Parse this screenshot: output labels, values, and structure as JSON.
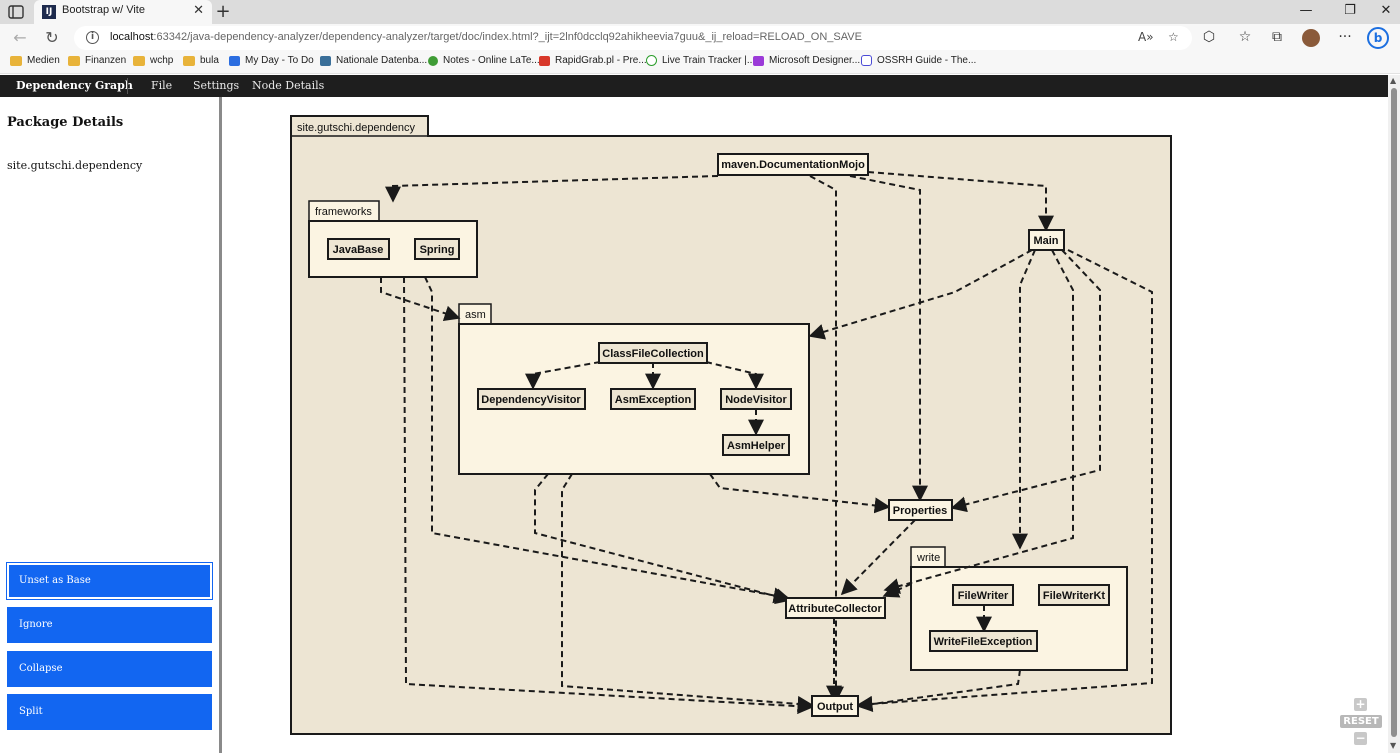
{
  "browser": {
    "tab_title": "Bootstrap w/ Vite",
    "tab_favicon": "IJ",
    "url_host": "localhost",
    "url_rest": ":63342/java-dependency-analyzer/dependency-analyzer/target/doc/index.html?_ijt=2lnf0dcclq92ahikheevia7guu&_ij_reload=RELOAD_ON_SAVE",
    "bookmarks": [
      {
        "label": "Medien",
        "icon": "folder-icon"
      },
      {
        "label": "Finanzen",
        "icon": "folder-icon"
      },
      {
        "label": "wchp",
        "icon": "folder-icon"
      },
      {
        "label": "bula",
        "icon": "folder-icon"
      },
      {
        "label": "My Day - To Do",
        "icon": "check-icon"
      },
      {
        "label": "Nationale Datenba...",
        "icon": "db-icon"
      },
      {
        "label": "Notes - Online LaTe...",
        "icon": "leaf-icon"
      },
      {
        "label": "RapidGrab.pl - Pre...",
        "icon": "grab-icon"
      },
      {
        "label": "Live Train Tracker |...",
        "icon": "train-icon"
      },
      {
        "label": "Microsoft Designer...",
        "icon": "designer-icon"
      },
      {
        "label": "OSSRH Guide - The...",
        "icon": "hex-icon"
      }
    ]
  },
  "app": {
    "brand": "Dependency Graph",
    "menu": [
      "File",
      "Settings",
      "Node Details"
    ]
  },
  "sidebar": {
    "heading": "Package Details",
    "package_name": "site.gutschi.dependency",
    "buttons": [
      "Unset as Base",
      "Ignore",
      "Collapse",
      "Split"
    ]
  },
  "zoom": {
    "plus": "+",
    "reset": "RESET",
    "minus": "−"
  },
  "graph": {
    "clusters": {
      "root": "site.gutschi.dependency",
      "frameworks": "frameworks",
      "asm": "asm",
      "write": "write"
    },
    "nodes": {
      "mojo": "maven.DocumentationMojo",
      "main": "Main",
      "javabase": "JavaBase",
      "spring": "Spring",
      "classfilecollection": "ClassFileCollection",
      "dependencyvisitor": "DependencyVisitor",
      "asmexception": "AsmException",
      "nodevisitor": "NodeVisitor",
      "asmhelper": "AsmHelper",
      "properties": "Properties",
      "attributecollector": "AttributeCollector",
      "filewriter": "FileWriter",
      "filewriterkt": "FileWriterKt",
      "writefileexception": "WriteFileException",
      "output": "Output"
    },
    "colors": {
      "root_fill": "#ede5d3",
      "cluster_fill": "#fbf4e2",
      "node_fill": "#eee6d3",
      "stroke": "#1a1a1a"
    }
  }
}
